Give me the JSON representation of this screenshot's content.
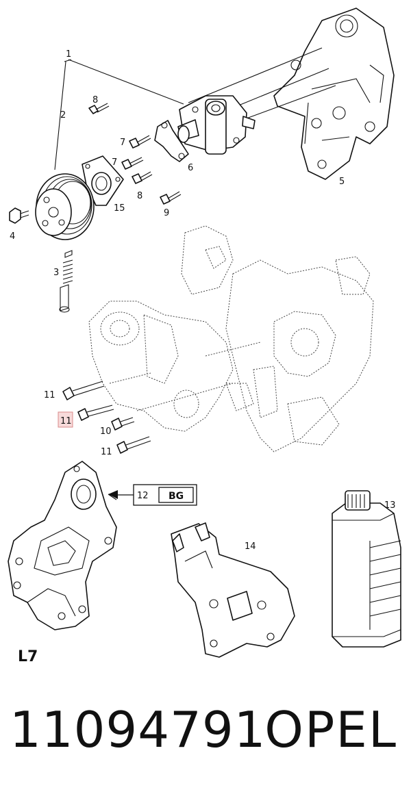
{
  "callouts": {
    "c1": "1",
    "c2": "2",
    "c3": "3",
    "c4": "4",
    "c5": "5",
    "c6": "6",
    "c7a": "7",
    "c7b": "7",
    "c8a": "8",
    "c8b": "8",
    "c9": "9",
    "c10": "10",
    "c11a": "11",
    "c11b": "11",
    "c11c": "11",
    "c12": "12",
    "c13": "13",
    "c14": "14",
    "c15": "15"
  },
  "tag_bg": "BG",
  "variant_label": "L7",
  "footer": {
    "part_number": "11094791",
    "brand": "OPEL"
  },
  "highlight_color": "#f7dada"
}
